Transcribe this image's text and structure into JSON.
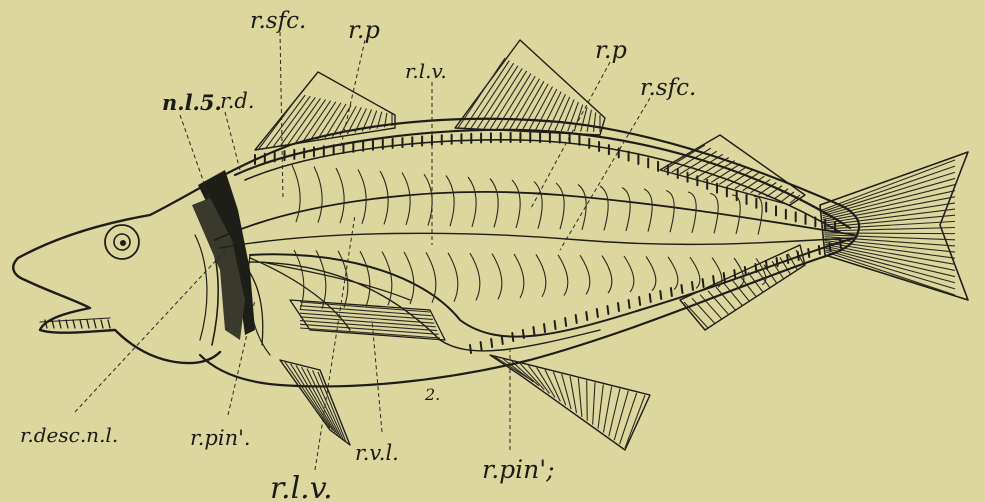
{
  "figure": {
    "background": "#dcd79e",
    "ink": "#1e1e18",
    "labels": {
      "rsfc_front": "r.sfc.",
      "rp_front": "r.p",
      "rlv_top": "r.l.v.",
      "rp_back": "r.p",
      "rsfc_back": "r.sfc.",
      "nl5": "n.l.5.",
      "rd": "r.d.",
      "rdesc": "r.desc.n.l.",
      "rpin1": "r.pin'.",
      "rlv_bottom": "r.l.v.",
      "rvl": "r.v.l.",
      "rpin2": "r.pin';",
      "mark": "2."
    }
  }
}
